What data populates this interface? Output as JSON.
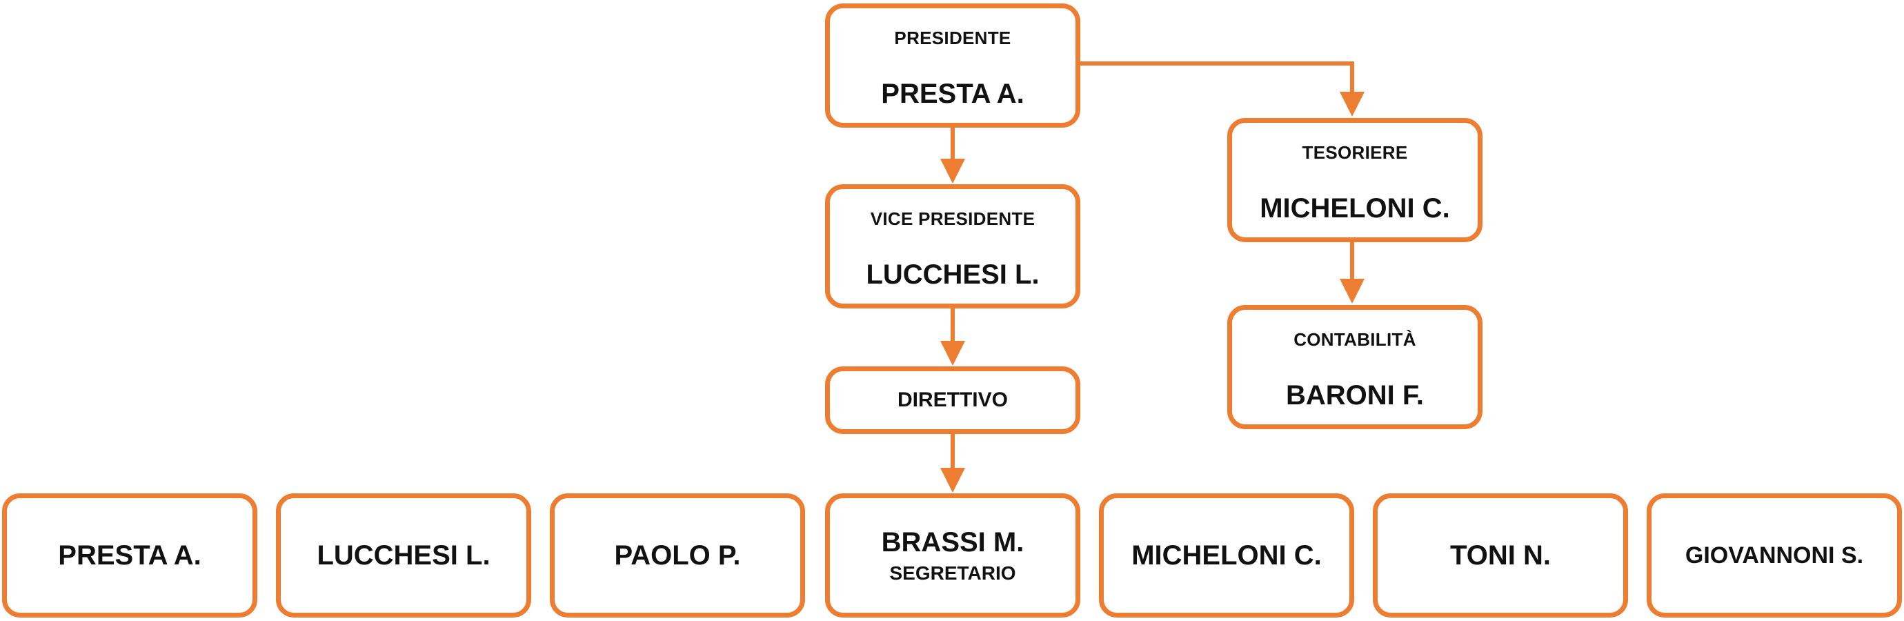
{
  "colors": {
    "accent": "#ED7D31",
    "text": "#111111",
    "background": "#ffffff"
  },
  "presidente": {
    "role": "PRESIDENTE",
    "name": "PRESTA A."
  },
  "vice_presidente": {
    "role": "VICE PRESIDENTE",
    "name": "LUCCHESI L."
  },
  "direttivo": {
    "label": "DIRETTIVO"
  },
  "tesoriere": {
    "role": "TESORIERE",
    "name": "MICHELONI C."
  },
  "contabilita": {
    "role": "CONTABILITÀ",
    "name": "BARONI F."
  },
  "members": [
    {
      "name": "PRESTA A."
    },
    {
      "name": "LUCCHESI L."
    },
    {
      "name": "PAOLO P."
    },
    {
      "name": "BRASSI M.",
      "role": "SEGRETARIO"
    },
    {
      "name": "MICHELONI C."
    },
    {
      "name": "TONI N."
    },
    {
      "name": "GIOVANNONI S."
    }
  ]
}
